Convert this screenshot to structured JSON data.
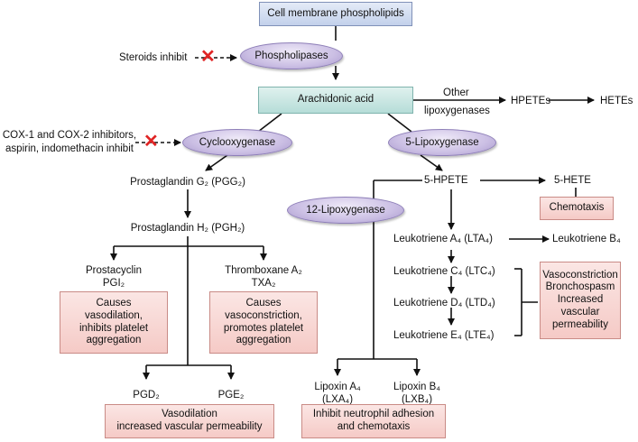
{
  "nodes": {
    "cell_membrane": "Cell membrane phospholipids",
    "phospholipases": "Phospholipases",
    "steroids_inhibit": "Steroids inhibit",
    "arachidonic_acid": "Arachidonic acid",
    "other_lipoxygenases_1": "Other",
    "other_lipoxygenases_2": "lipoxygenases",
    "hpetes": "HPETEs",
    "hetes": "HETEs",
    "cox_inhibitors_1": "COX-1 and COX-2 inhibitors,",
    "cox_inhibitors_2": "aspirin, indomethacin inhibit",
    "cyclooxygenase": "Cyclooxygenase",
    "five_lipoxygenase": "5-Lipoxygenase",
    "pgg2": "Prostaglandin G₂ (PGG₂)",
    "pgh2": "Prostaglandin H₂ (PGH₂)",
    "twelve_lipoxygenase": "12-Lipoxygenase",
    "five_hpete": "5-HPETE",
    "five_hete": "5-HETE",
    "chemotaxis": "Chemotaxis",
    "lta4": "Leukotriene A₄ (LTA₄)",
    "ltb4": "Leukotriene B₄",
    "ltc4": "Leukotriene C₄ (LTC₄)",
    "ltd4": "Leukotriene D₄ (LTD₄)",
    "lte4": "Leukotriene E₄ (LTE₄)",
    "leukotriene_effects_1": "Vasoconstriction",
    "leukotriene_effects_2": "Bronchospasm",
    "leukotriene_effects_3": "Increased",
    "leukotriene_effects_4": "vascular",
    "leukotriene_effects_5": "permeability",
    "prostacyclin_1": "Prostacyclin",
    "prostacyclin_2": "PGI₂",
    "thromboxane_1": "Thromboxane A₂",
    "thromboxane_2": "TXA₂",
    "pgi2_effect_1": "Causes",
    "pgi2_effect_2": "vasodilation,",
    "pgi2_effect_3": "inhibits platelet",
    "pgi2_effect_4": "aggregation",
    "txa2_effect_1": "Causes",
    "txa2_effect_2": "vasoconstriction,",
    "txa2_effect_3": "promotes platelet",
    "txa2_effect_4": "aggregation",
    "pgd2": "PGD₂",
    "pge2": "PGE₂",
    "pgd_effect_1": "Vasodilation",
    "pgd_effect_2": "increased vascular permeability",
    "lipoxin_a4_1": "Lipoxin A₄",
    "lipoxin_a4_2": "(LXA₄)",
    "lipoxin_b4_1": "Lipoxin B₄",
    "lipoxin_b4_2": "(LXB₄)",
    "lipoxin_effect_1": "Inhibit neutrophil adhesion",
    "lipoxin_effect_2": "and chemotaxis"
  },
  "colors": {
    "inhibition_mark": "#e02424",
    "arrow": "#111111"
  }
}
